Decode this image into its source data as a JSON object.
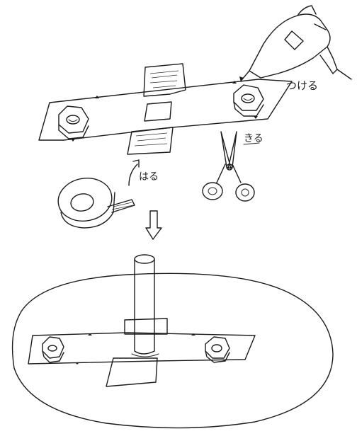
{
  "labels": {
    "attach": "つける",
    "cut": "きる",
    "stick": "はる"
  },
  "icons": {
    "glue_gun": "glue-gun-icon",
    "scissors": "scissors-icon",
    "tape_roll": "tape-roll-icon",
    "arrow": "down-arrow-icon",
    "nut": "hex-nut-icon"
  },
  "colors": {
    "ink": "#1c1c1c",
    "paper": "#ffffff"
  }
}
